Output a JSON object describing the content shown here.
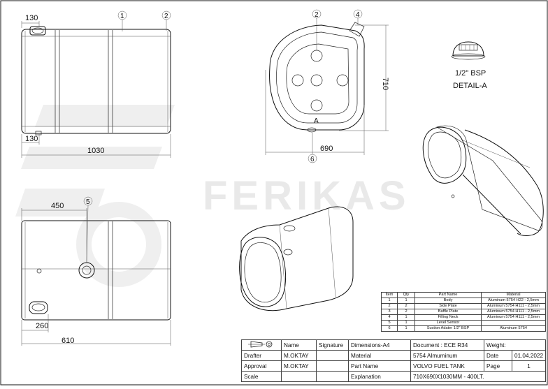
{
  "watermark": {
    "brand": "FERIKAS"
  },
  "drawing": {
    "balloons": [
      "1",
      "2",
      "2",
      "4",
      "6",
      "5"
    ],
    "dimensions": {
      "top_a": "130",
      "top_b": "130",
      "length": "1030",
      "height": "710",
      "width": "690",
      "front_a": "450",
      "front_b": "260",
      "front_c": "610"
    },
    "detail": {
      "thread": "1/2\" BSP",
      "title": "DETAIL-A"
    },
    "section_mark": "A"
  },
  "parts_table": {
    "headers": [
      "Item",
      "Qty",
      "Part Name",
      "Material"
    ],
    "rows": [
      [
        "1",
        "1",
        "Body",
        "Aluminum 5754 H22 - 2,5mm"
      ],
      [
        "2",
        "2",
        "Side Plate",
        "Aluminum 5754 H111 - 2,5mm"
      ],
      [
        "3",
        "2",
        "Baffle Plate",
        "Aluminum 5754 H111 - 2,5mm"
      ],
      [
        "4",
        "1",
        "Filling Neck",
        "Aluminum 5754 H111 - 2,5mm"
      ],
      [
        "5",
        "1",
        "Level Sensor",
        ""
      ],
      [
        "6",
        "1",
        "Suction Adater 1/2\" BSP",
        "Aluminum 5754"
      ]
    ]
  },
  "title_block": {
    "name_label": "Name",
    "signature_label": "Signature",
    "dimensions": "Dimensions-A4",
    "document": "Document : ECE R34",
    "weight_label": "Weight:",
    "drafter_label": "Drafter",
    "drafter_name": "M.OKTAY",
    "material_label": "Material",
    "material_value": "5754 Almuminum",
    "date_label": "Date",
    "date_value": "01.04.2022",
    "approval_label": "Approval",
    "approval_name": "M.OKTAY",
    "partname_label": "Part Name",
    "partname_value": "VOLVO FUEL TANK",
    "page_label": "Page",
    "page_value": "1",
    "scale_label": "Scale",
    "explanation_label": "Explanation",
    "explanation_value": "710X690X1030MM - 400LT."
  }
}
